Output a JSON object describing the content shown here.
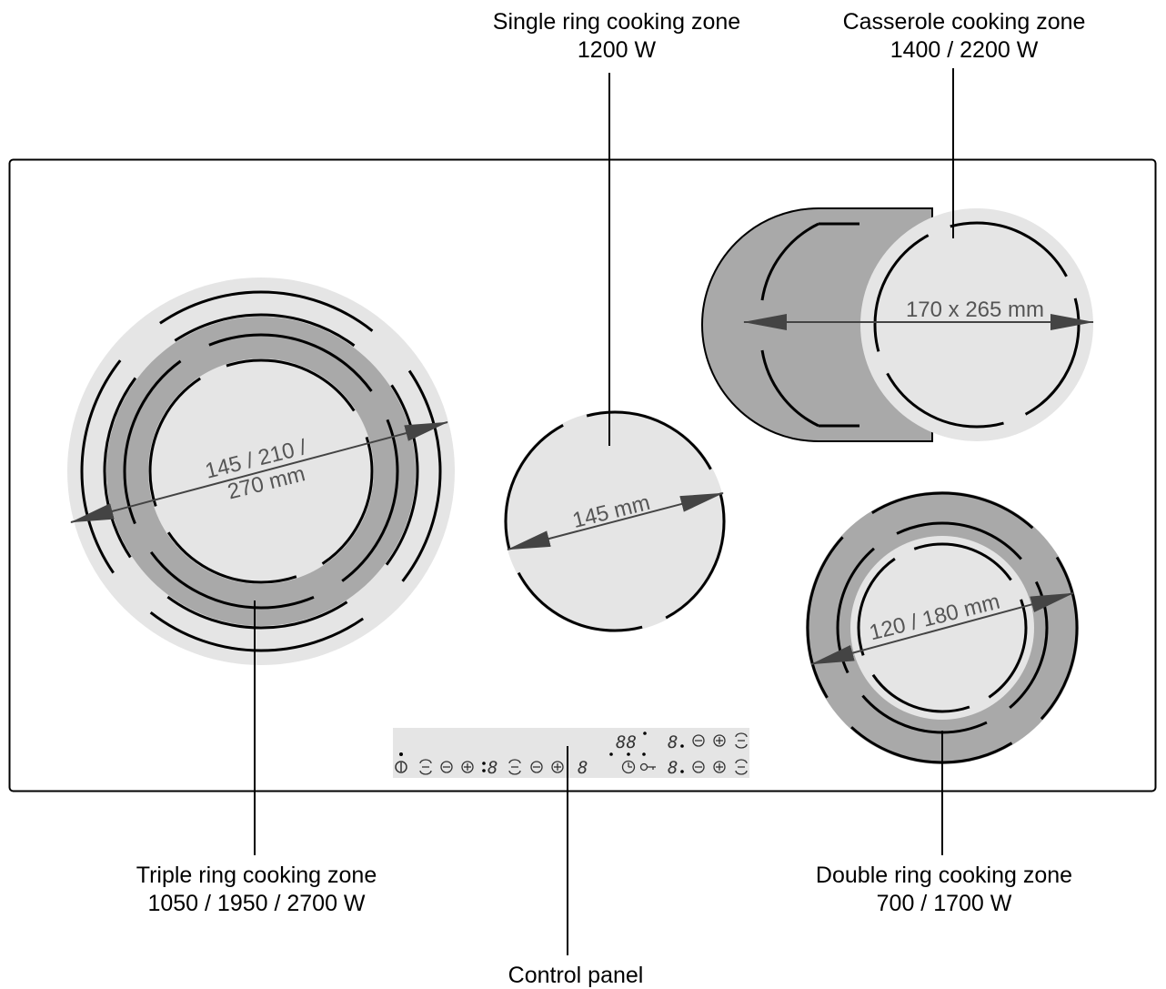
{
  "labels": {
    "single_name": "Single ring cooking zone",
    "single_power": "1200 W",
    "casserole_name": "Casserole cooking zone",
    "casserole_power": "1400 / 2200 W",
    "triple_name": "Triple ring cooking zone",
    "triple_power": "1050 / 1950 / 2700 W",
    "double_name": "Double ring cooking zone",
    "double_power": "700 / 1700 W",
    "control_panel": "Control panel"
  },
  "dimensions": {
    "triple_line1": "145 / 210 /",
    "triple_line2": "270 mm",
    "single": "145 mm",
    "casserole": "170 x 265 mm",
    "double": "120 / 180 mm"
  },
  "control_panel": {
    "zone_digit_1": "8",
    "zone_digit_2": "8",
    "timer_digits": "88",
    "digit_right_top": "8",
    "digit_right_bottom": "8"
  },
  "icons": [
    "power-icon",
    "zone-select-icon",
    "minus-icon",
    "plus-icon",
    "timer-icon",
    "key-lock-icon"
  ],
  "colors": {
    "inner_zone": "#e5e5e5",
    "mid_ring": "#a9a9a9",
    "outer_ring": "#e5e5e5",
    "outline": "#000000",
    "dimension_text": "#555555",
    "arrow": "#444444"
  }
}
